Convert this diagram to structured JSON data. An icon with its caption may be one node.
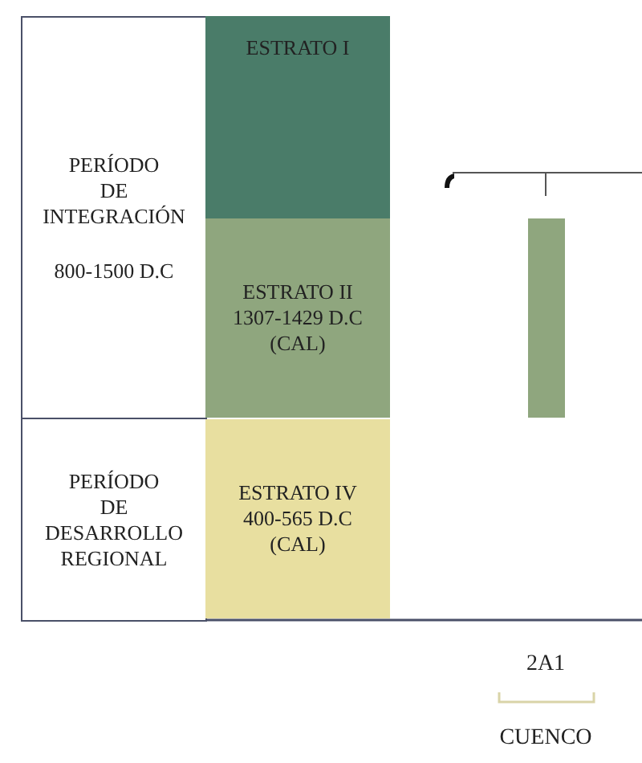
{
  "diagram": {
    "nodes": [
      {
        "text": [
          "PERÍODO DE INTEGRACIÓN",
          "800-1500 D.C"
        ]
      },
      {
        "text": [
          "ESTRATO I"
        ]
      },
      {
        "text": [
          "ESTRATO II 1307-1429 D.C (CAL)"
        ]
      },
      {
        "text": [
          "PERÍODO DE DESARROLLO REGIONAL"
        ]
      },
      {
        "text": [
          "ESTRATO IV 400-565 D.C (CAL)"
        ]
      },
      {
        "text": [],
        "shape": "bar"
      }
    ],
    "labels": [
      "2A1",
      "CUENCO"
    ]
  }
}
